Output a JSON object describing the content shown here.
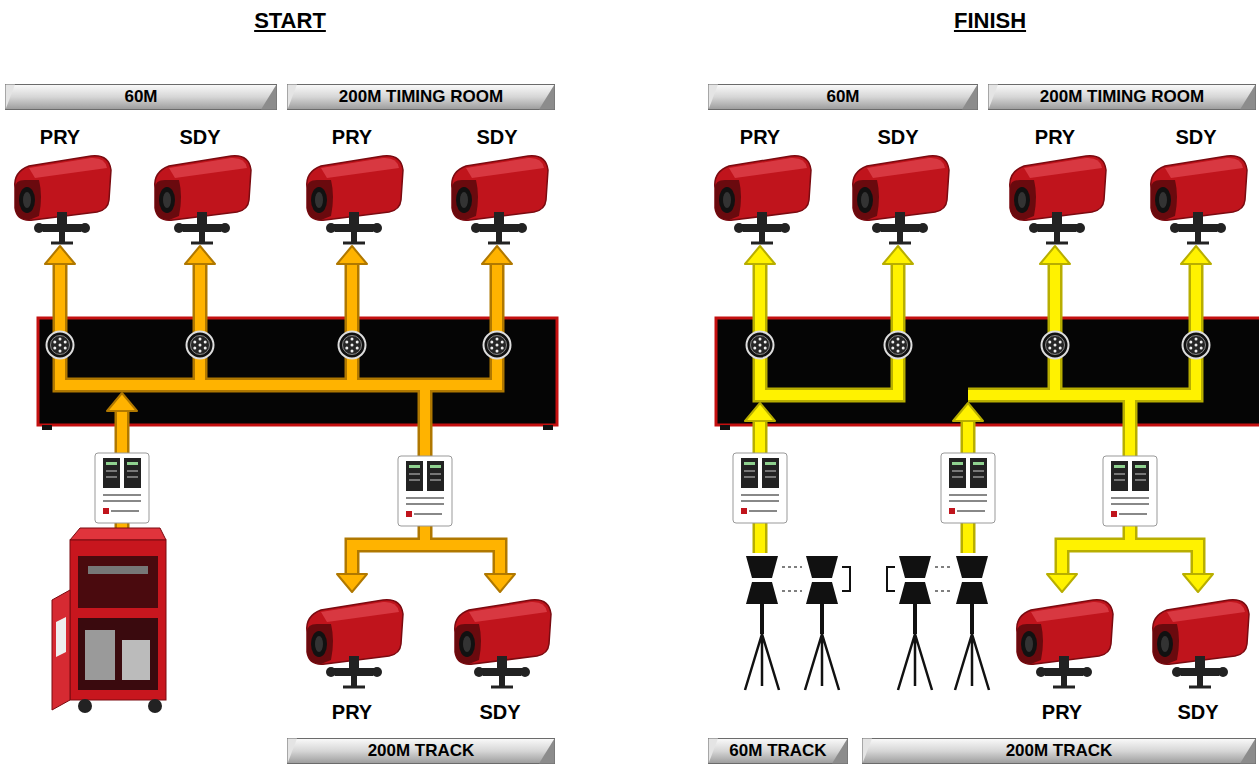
{
  "diagram": {
    "nodes": [
      {
        "text": [
          "60M"
        ]
      },
      {
        "text": [
          "200M TIMING ROOM"
        ]
      },
      {
        "text": [
          "PRY"
        ]
      },
      {
        "text": [
          "SDY"
        ]
      },
      {
        "text": [
          "PRY"
        ]
      },
      {
        "text": [
          "SDY"
        ]
      },
      {
        "text": [
          "PRY"
        ]
      },
      {
        "text": [
          "SDY"
        ]
      },
      {
        "text": [
          "200M TRACK"
        ]
      },
      {
        "text": [
          "60M"
        ]
      },
      {
        "text": [
          "200M TIMING ROOM"
        ]
      },
      {
        "text": [
          "PRY"
        ]
      },
      {
        "text": [
          "SDY"
        ]
      },
      {
        "text": [
          "PRY"
        ]
      },
      {
        "text": [
          "SDY"
        ]
      },
      {
        "text": [
          "PRY"
        ]
      },
      {
        "text": [
          "SDY"
        ]
      },
      {
        "text": [
          "60M TRACK"
        ]
      },
      {
        "text": [
          "200M TRACK"
        ]
      }
    ],
    "labels": [
      "START",
      "FINISH"
    ]
  }
}
